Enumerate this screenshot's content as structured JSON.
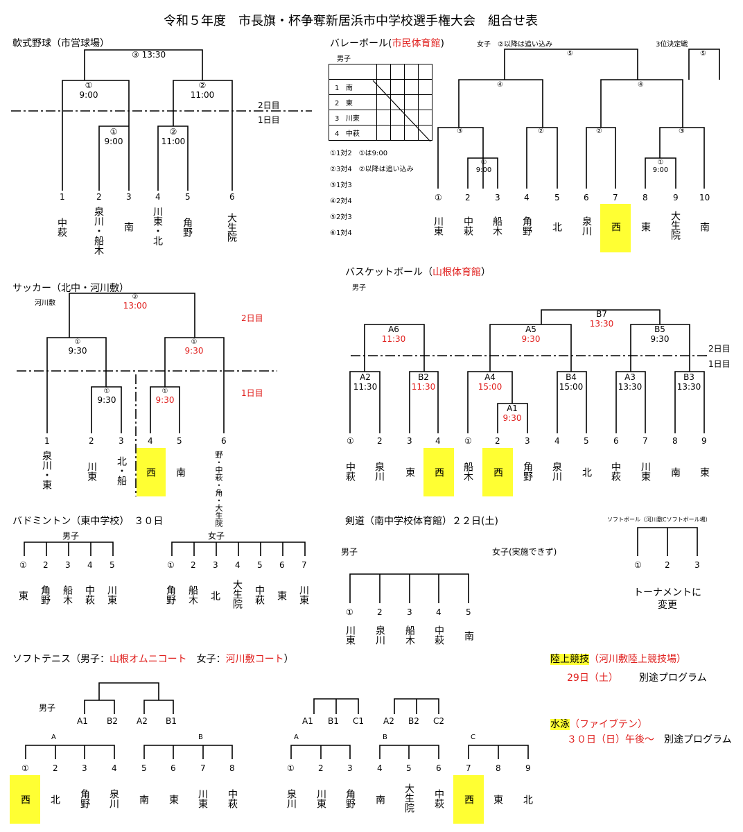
{
  "title": "令和５年度　市長旗・杯争奪新居浜市中学校選手権大会　組合せ表",
  "baseball": {
    "heading": "軟式野球（市営球場）",
    "final": "③ 13:30",
    "m1": "①",
    "m1t": "9:00",
    "m2": "②",
    "m2t": "11:00",
    "m3": "①",
    "m3t": "9:00",
    "m4": "②",
    "m4t": "11:00",
    "day2": "2日目",
    "day1": "1日目",
    "nums": [
      "1",
      "2",
      "3",
      "4",
      "5",
      "6"
    ],
    "teams": [
      "中萩",
      "泉川・船木",
      "南",
      "川東・北",
      "角野",
      "大生院"
    ]
  },
  "volleyball": {
    "heading_a": "バレーボール(",
    "heading_b": "市民体育館",
    "heading_c": ")",
    "boys": "男子",
    "table": [
      {
        "no": "1",
        "team": "南"
      },
      {
        "no": "2",
        "team": "東"
      },
      {
        "no": "3",
        "team": "川東"
      },
      {
        "no": "4",
        "team": "中萩"
      }
    ],
    "schedule": [
      "①1対2　①は9:00",
      "②3対4　②以降は追い込み",
      "③1対3",
      "④2対4",
      "⑤2対3",
      "⑥1対4"
    ],
    "girls": "女子　②以降は追い込み",
    "third": "3位決定戦",
    "m5": "⑤",
    "m5b": "⑤",
    "m4a": "④",
    "m4b": "④",
    "m3a": "③",
    "m2a": "②",
    "m2b": "②",
    "m3b": "③",
    "m1a": "①",
    "m1at": "9:00",
    "m1b": "①",
    "m1bt": "9:00",
    "nums": [
      "①",
      "2",
      "3",
      "4",
      "5",
      "6",
      "7",
      "8",
      "9",
      "10"
    ],
    "teams": [
      "川東",
      "中萩",
      "船木",
      "角野",
      "北",
      "泉川",
      "西",
      "東",
      "大生院",
      "南"
    ]
  },
  "soccer": {
    "heading": "サッカー（北中・河川敷）",
    "venue": "河川敷",
    "final": "②",
    "final_t": "13:00",
    "day2": "2日目",
    "day1": "1日目",
    "m1": "①",
    "m1t": "9:30",
    "m2": "①",
    "m2t": "9:30",
    "m3": "①",
    "m3t": "9:30",
    "m4": "①",
    "m4t": "9:30",
    "nums": [
      "1",
      "2",
      "3",
      "4",
      "5",
      "6"
    ],
    "teams": [
      "泉川・東",
      "川東",
      "北・船",
      "西",
      "南",
      "野・中萩・角・大生院"
    ]
  },
  "basketball": {
    "heading_a": "バスケットボール（",
    "heading_b": "山根体育館",
    "heading_c": "）",
    "boys": "男子",
    "b7": "B7",
    "b7t": "13:30",
    "a6": "A6",
    "a6t": "11:30",
    "a5": "A5",
    "a5t": "9:30",
    "b5": "B5",
    "b5t": "9:30",
    "day2": "2日目",
    "day1": "1日目",
    "a2": "A2",
    "a2t": "11:30",
    "b2": "B2",
    "b2t": "11:30",
    "a4": "A4",
    "a4t": "15:00",
    "b4": "B4",
    "b4t": "15:00",
    "a3": "A3",
    "a3t": "13:30",
    "b3": "B3",
    "b3t": "13:30",
    "a1": "A1",
    "a1t": "9:30",
    "nums": [
      "①",
      "2",
      "3",
      "4",
      "①",
      "2",
      "3",
      "4",
      "5",
      "6",
      "7",
      "8",
      "9"
    ],
    "teams": [
      "中萩",
      "泉川",
      "東",
      "西",
      "船木",
      "西",
      "角野",
      "泉川",
      "北",
      "中萩",
      "川東",
      "南",
      "東"
    ]
  },
  "badminton": {
    "heading": "バドミントン（東中学校）　３０日",
    "boys": "男子",
    "girls": "女子",
    "boy_nums": [
      "①",
      "2",
      "3",
      "4",
      "5"
    ],
    "boy_teams": [
      "東",
      "角野",
      "船木",
      "中萩",
      "川東"
    ],
    "girl_nums": [
      "①",
      "2",
      "3",
      "4",
      "5",
      "6",
      "7"
    ],
    "girl_teams": [
      "角野",
      "船木",
      "北",
      "大生院",
      "中萩",
      "東",
      "川東"
    ]
  },
  "kendo": {
    "heading": "剣道（南中学校体育館）２２日(土)",
    "boys": "男子",
    "girls": "女子(実施できず)",
    "nums": [
      "①",
      "2",
      "3",
      "4",
      "5"
    ],
    "teams": [
      "川東",
      "泉川",
      "船木",
      "中萩",
      "南"
    ]
  },
  "softball": {
    "heading": "ソフトボール（河川敷Cソフトボール場）",
    "nums": [
      "①",
      "2",
      "3"
    ],
    "note1": "トーナメントに",
    "note2": "変更"
  },
  "tennis": {
    "heading_a": "ソフトテニス（男子：",
    "heading_b": "山根オムニコート",
    "heading_c": "　女子：",
    "heading_d": "河川敷コート",
    "heading_e": "）",
    "boys": "男子",
    "boy_top": [
      "A1",
      "B2",
      "A2",
      "B1"
    ],
    "boy_groups": [
      "A",
      "B"
    ],
    "boy_nums": [
      "①",
      "2",
      "3",
      "4",
      "5",
      "6",
      "7",
      "8"
    ],
    "boy_teams": [
      "西",
      "北",
      "角野",
      "泉川",
      "南",
      "東",
      "川東",
      "中萩"
    ],
    "girl_top": [
      "A1",
      "B1",
      "C1",
      "A2",
      "B2",
      "C2"
    ],
    "girl_groups": [
      "A",
      "B",
      "C"
    ],
    "girl_nums": [
      "①",
      "2",
      "3",
      "4",
      "5",
      "6",
      "7",
      "8",
      "9"
    ],
    "girl_teams": [
      "泉川",
      "川東",
      "角野",
      "南",
      "大生院",
      "中萩",
      "西",
      "東",
      "北"
    ]
  },
  "athletics": {
    "heading_a": "陸上競技",
    "heading_b": "（河川敷陸上競技場）",
    "date": "29日（土）",
    "program": "別途プログラム"
  },
  "swimming": {
    "heading_a": "水泳",
    "heading_b": "（ファイブテン）",
    "date": "３０日（日）午後～",
    "program": "別途プログラム"
  }
}
